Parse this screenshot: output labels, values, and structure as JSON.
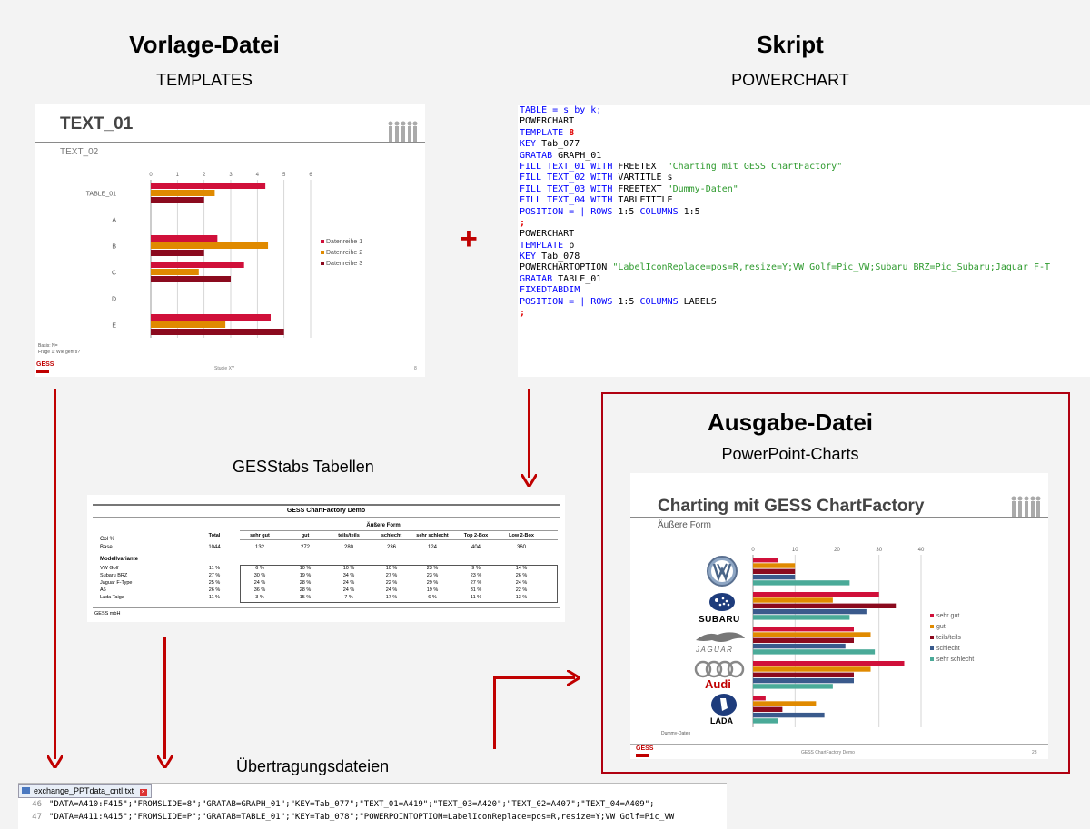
{
  "left_section": {
    "title": "Vorlage-Datei",
    "subtitle": "TEMPLATES"
  },
  "right_section": {
    "title": "Skript",
    "subtitle": "POWERCHART"
  },
  "plus_sign": "+",
  "template_slide": {
    "title": "TEXT_01",
    "subtitle": "TEXT_02",
    "categories": [
      "TABLE_01",
      "A",
      "B",
      "C",
      "D",
      "E"
    ],
    "axis_ticks": [
      "0",
      "1",
      "2",
      "3",
      "4",
      "5",
      "6"
    ],
    "legend": [
      "Datenreihe 1",
      "Datenreihe 2",
      "Datenreihe 3"
    ],
    "footnote_1": "Basis: N=",
    "footnote_2": "Frage 1: Wie geht's?",
    "footer_center": "Studie XY",
    "footer_page": "8",
    "logo": "GESS"
  },
  "script_lines": [
    [
      [
        "kw",
        "TABLE = s by k;"
      ]
    ],
    [
      [
        "plain",
        "POWERCHART"
      ]
    ],
    [
      [
        "kw",
        "TEMPLATE "
      ],
      [
        "num",
        "8"
      ]
    ],
    [
      [
        "kw",
        "KEY "
      ],
      [
        "plain",
        "Tab_077"
      ]
    ],
    [
      [
        "kw",
        "GRATAB "
      ],
      [
        "plain",
        "GRAPH_01"
      ]
    ],
    [
      [
        "kw",
        "FILL TEXT_01 WITH "
      ],
      [
        "plain",
        "FREETEXT "
      ],
      [
        "str",
        "\"Charting mit GESS ChartFactory\""
      ]
    ],
    [
      [
        "kw",
        "FILL TEXT_02 WITH "
      ],
      [
        "plain",
        "VARTITLE s"
      ]
    ],
    [
      [
        "kw",
        "FILL TEXT_03 WITH "
      ],
      [
        "plain",
        "FREETEXT "
      ],
      [
        "str",
        "\"Dummy-Daten\""
      ]
    ],
    [
      [
        "kw",
        "FILL TEXT_04 WITH "
      ],
      [
        "plain",
        "TABLETITLE"
      ]
    ],
    [
      [
        "kw",
        "POSITION = | ROWS "
      ],
      [
        "plain",
        "1:5 "
      ],
      [
        "kw",
        "COLUMNS "
      ],
      [
        "plain",
        "1:5"
      ]
    ],
    [
      [
        "num",
        ";"
      ]
    ],
    [
      [
        "plain",
        "POWERCHART"
      ]
    ],
    [
      [
        "kw",
        "TEMPLATE "
      ],
      [
        "plain",
        "p"
      ]
    ],
    [
      [
        "kw",
        "KEY "
      ],
      [
        "plain",
        "Tab_078"
      ]
    ],
    [
      [
        "plain",
        "POWERCHARTOPTION "
      ],
      [
        "str",
        "\"LabelIconReplace=pos=R,resize=Y;VW Golf=Pic_VW;Subaru BRZ=Pic_Subaru;Jaguar F-T"
      ]
    ],
    [
      [
        "kw",
        "GRATAB "
      ],
      [
        "plain",
        "TABLE_01"
      ]
    ],
    [
      [
        "kw",
        "FIXEDTABDIM"
      ]
    ],
    [
      [
        "kw",
        "POSITION = | ROWS "
      ],
      [
        "plain",
        "1:5 "
      ],
      [
        "kw",
        "COLUMNS "
      ],
      [
        "plain",
        "LABELS"
      ]
    ],
    [
      [
        "num",
        ";"
      ]
    ]
  ],
  "output_section": {
    "title": "Ausgabe-Datei",
    "subtitle": "PowerPoint-Charts"
  },
  "tables_label": "GESStabs Tabellen",
  "gess_table": {
    "title": "GESS ChartFactory Demo",
    "group_header": "Äußere Form",
    "col_header_label": "Col %",
    "columns": [
      "Total",
      "sehr gut",
      "gut",
      "teils/teils",
      "schlecht",
      "sehr schlecht",
      "Top 2-Box",
      "Low 2-Box"
    ],
    "base_label": "Base",
    "base_values": [
      "1044",
      "132",
      "272",
      "280",
      "236",
      "124",
      "404",
      "360"
    ],
    "section_label": "Modellvariante",
    "rows": [
      {
        "label": "VW Golf",
        "values": [
          "11 %",
          "6 %",
          "10 %",
          "10 %",
          "10 %",
          "23 %",
          "9 %",
          "14 %"
        ]
      },
      {
        "label": "Subaru BRZ",
        "values": [
          "27 %",
          "30 %",
          "19 %",
          "34 %",
          "27 %",
          "23 %",
          "23 %",
          "26 %"
        ]
      },
      {
        "label": "Jaguar F-Type",
        "values": [
          "25 %",
          "24 %",
          "28 %",
          "24 %",
          "22 %",
          "29 %",
          "27 %",
          "24 %"
        ]
      },
      {
        "label": "A6",
        "values": [
          "26 %",
          "36 %",
          "28 %",
          "24 %",
          "24 %",
          "19 %",
          "31 %",
          "22 %"
        ]
      },
      {
        "label": "Lada Taiga",
        "values": [
          "11 %",
          "3 %",
          "15 %",
          "7 %",
          "17 %",
          "6 %",
          "11 %",
          "13 %"
        ]
      }
    ],
    "footer": "GESS mbH"
  },
  "output_slide": {
    "title": "Charting mit GESS ChartFactory",
    "subtitle": "Äußere Form",
    "axis_ticks": [
      "0",
      "10",
      "20",
      "30",
      "40"
    ],
    "brands": [
      "VW",
      "SUBARU",
      "JAGUAR",
      "Audi",
      "LADA"
    ],
    "legend": [
      "sehr gut",
      "gut",
      "teils/teils",
      "schlecht",
      "sehr schlecht"
    ],
    "note": "Dummy-Daten",
    "footer_center": "GESS ChartFactory Demo",
    "footer_page": "23",
    "logo": "GESS"
  },
  "transfer_label": "Übertragungsdateien",
  "exchange_file": {
    "tab_name": "exchange_PPTdata_cntl.txt",
    "lines": [
      {
        "no": "46",
        "text": "\"DATA=A410:F415\";\"FROMSLIDE=8\";\"GRATAB=GRAPH_01\";\"KEY=Tab_077\";\"TEXT_01=A419\";\"TEXT_03=A420\";\"TEXT_02=A407\";\"TEXT_04=A409\";"
      },
      {
        "no": "47",
        "text": "\"DATA=A411:A415\";\"FROMSLIDE=P\";\"GRATAB=TABLE_01\";\"KEY=Tab_078\";\"POWERPOINTOPTION=LabelIconReplace=pos=R,resize=Y;VW Golf=Pic_VW"
      }
    ]
  },
  "colors": {
    "accent": "#c00000",
    "series_red": "#d0103a",
    "series_orange": "#e08a00",
    "series_darkred": "#8b0a1e",
    "series_blue": "#3a5a8c",
    "series_teal": "#4aaa98"
  },
  "chart_data": [
    {
      "type": "bar",
      "orientation": "horizontal",
      "categories": [
        "TABLE_01",
        "A",
        "B",
        "C",
        "D",
        "E"
      ],
      "series": [
        {
          "name": "Datenreihe 1",
          "values": [
            4.3,
            0,
            2.5,
            3.5,
            0,
            4.5
          ]
        },
        {
          "name": "Datenreihe 2",
          "values": [
            2.4,
            0,
            4.4,
            1.8,
            0,
            2.8
          ]
        },
        {
          "name": "Datenreihe 3",
          "values": [
            2.0,
            0,
            2.0,
            3.0,
            0,
            5.0
          ]
        }
      ],
      "xlim": [
        0,
        6
      ],
      "legend_position": "right"
    },
    {
      "type": "bar",
      "orientation": "horizontal",
      "title": "Charting mit GESS ChartFactory",
      "subtitle": "Äußere Form",
      "categories": [
        "VW Golf",
        "Subaru BRZ",
        "Jaguar F-Type",
        "A6",
        "Lada Taiga"
      ],
      "series": [
        {
          "name": "sehr gut",
          "values": [
            6,
            30,
            24,
            36,
            3
          ]
        },
        {
          "name": "gut",
          "values": [
            10,
            19,
            28,
            28,
            15
          ]
        },
        {
          "name": "teils/teils",
          "values": [
            10,
            34,
            24,
            24,
            7
          ]
        },
        {
          "name": "schlecht",
          "values": [
            10,
            27,
            22,
            24,
            17
          ]
        },
        {
          "name": "sehr schlecht",
          "values": [
            23,
            23,
            29,
            19,
            6
          ]
        }
      ],
      "xlim": [
        0,
        40
      ],
      "legend_position": "right"
    }
  ]
}
